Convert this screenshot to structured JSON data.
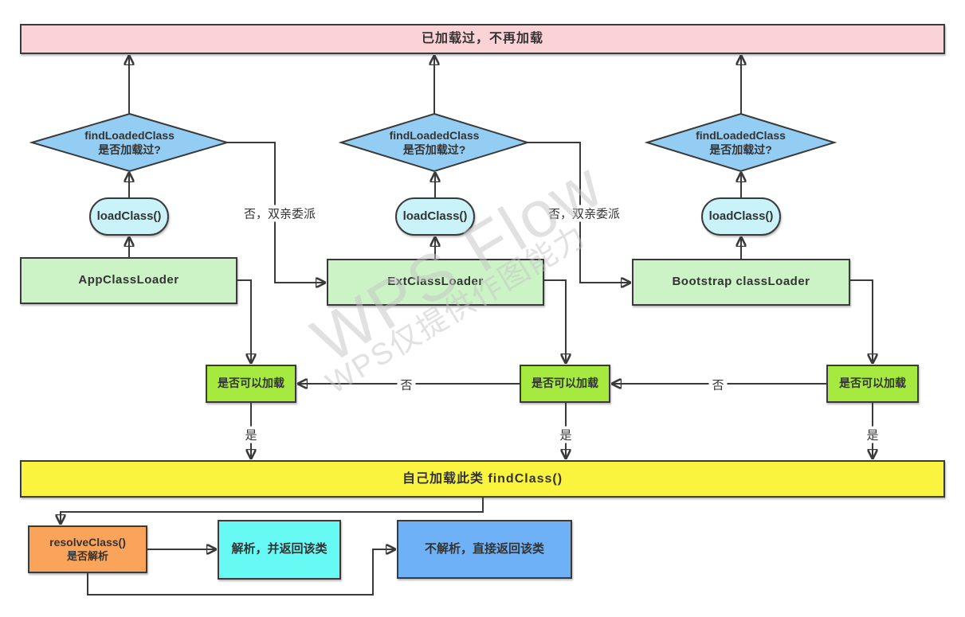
{
  "colors": {
    "page-bg": "#ffffff",
    "line": "#3a3a3a",
    "text": "#333333",
    "pink": "#fbd2d5",
    "diamond-blue": "#94cdf4",
    "stadium-cyan": "#c9f3f8",
    "loader-green": "#cbf3c6",
    "canload-green": "#a6e93f",
    "yellow": "#faf43e",
    "orange": "#f9a45a",
    "resolve-cyan": "#67faf4",
    "noresolve-blue": "#6eb1f6",
    "watermark": "rgba(195,195,195,0.5)"
  },
  "top_bar": {
    "label": "已加载过，不再加载"
  },
  "columns": [
    {
      "diamond_title": "findLoadedClass",
      "diamond_question": "是否加载过?",
      "load_class": "loadClass()",
      "loader": "AppClassLoader",
      "can_load": "是否可以加载"
    },
    {
      "diamond_title": "findLoadedClass",
      "diamond_question": "是否加载过?",
      "load_class": "loadClass()",
      "loader": "ExtClassLoader",
      "can_load": "是否可以加载"
    },
    {
      "diamond_title": "findLoadedClass",
      "diamond_question": "是否加载过?",
      "load_class": "loadClass()",
      "loader": "Bootstrap classLoader",
      "can_load": "是否可以加载"
    }
  ],
  "edge_labels": {
    "delegate": "否，双亲委派",
    "no": "否",
    "yes": "是"
  },
  "find_class_bar": {
    "label": "自己加载此类 findClass()"
  },
  "resolve": {
    "title": "resolveClass()",
    "question": "是否解析"
  },
  "resolve_yes": {
    "label": "解析，并返回该类"
  },
  "resolve_no": {
    "label": "不解析，直接返回该类"
  },
  "watermark": {
    "line1": "WPS Flow",
    "line2": "WPS仅提供作图能力"
  }
}
